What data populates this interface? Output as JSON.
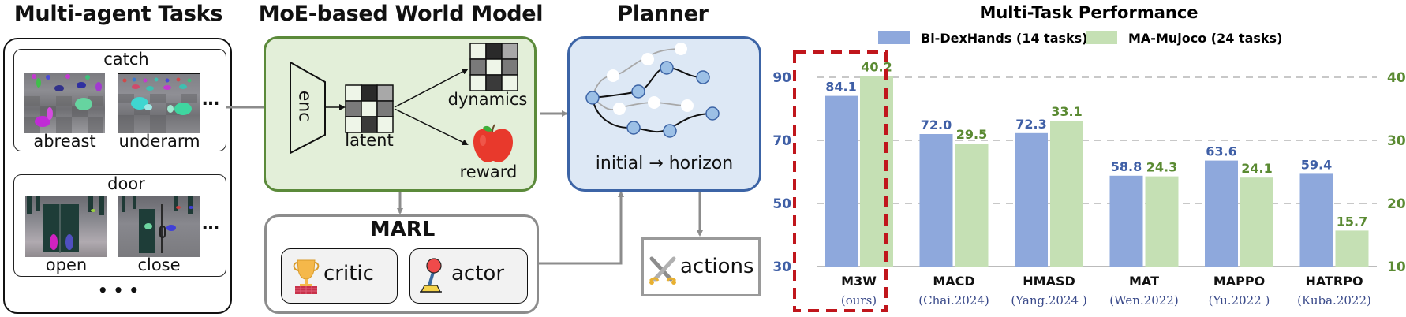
{
  "sections": {
    "tasks": {
      "title": "Multi-agent Tasks",
      "groups": [
        {
          "name": "catch",
          "items": [
            "abreast",
            "underarm"
          ],
          "more": "…"
        },
        {
          "name": "door",
          "items": [
            "open",
            "close"
          ],
          "more": "…"
        }
      ],
      "more": "• • •"
    },
    "world_model": {
      "title": "MoE-based World Model",
      "encoder_label": "enc",
      "latent_label": "latent",
      "dynamics_label": "dynamics",
      "reward_label": "reward",
      "reward_icon": "apple-icon"
    },
    "planner": {
      "title": "Planner",
      "caption_start": "initial",
      "caption_arrow": "→",
      "caption_end": "horizon"
    },
    "marl": {
      "title": "MARL",
      "critic_label": "critic",
      "critic_icon": "trophy-icon",
      "actor_label": "actor",
      "actor_icon": "joystick-icon"
    },
    "actions": {
      "label": "actions",
      "icon": "crossed-swords-icon"
    }
  },
  "colors": {
    "world_model_border": "#5b8a3a",
    "world_model_fill": "#e3efd9",
    "planner_border": "#3c64a6",
    "planner_fill": "#dde8f5",
    "bar_blue": "#8ea8dc",
    "bar_green": "#c5e0b4",
    "highlight_box": "#c0161c",
    "axis_left": "#3f5fa6",
    "axis_right": "#5a8a32"
  },
  "chart_data": {
    "type": "bar",
    "title": "Multi-Task Performance",
    "legend_position": "top",
    "categories": [
      {
        "name": "M3W",
        "sub": "(ours)"
      },
      {
        "name": "MACD",
        "sub": "(Chai.2024)"
      },
      {
        "name": "HMASD",
        "sub": "(Yang.2024 )"
      },
      {
        "name": "MAT",
        "sub": "(Wen.2022)"
      },
      {
        "name": "MAPPO",
        "sub": "(Yu.2022 )"
      },
      {
        "name": "HATRPO",
        "sub": "(Kuba.2022)"
      }
    ],
    "series": [
      {
        "name": "Bi-DexHands (14 tasks)",
        "axis": "left",
        "values": [
          84.1,
          72.0,
          72.3,
          58.8,
          63.6,
          59.4
        ],
        "labels": [
          "84.1",
          "72.0",
          "72.3",
          "58.8",
          "63.6",
          "59.4"
        ]
      },
      {
        "name": "MA-Mujoco (24 tasks)",
        "axis": "right",
        "values": [
          40.2,
          29.5,
          33.1,
          24.3,
          24.1,
          15.7
        ],
        "labels": [
          "40.2",
          "29.5",
          "33.1",
          "24.3",
          "24.1",
          "15.7"
        ]
      }
    ],
    "y_left": {
      "min": 30,
      "max": 90,
      "ticks": [
        "30",
        "50",
        "70",
        "90"
      ]
    },
    "y_right": {
      "min": 10,
      "max": 40,
      "ticks": [
        "10",
        "20",
        "30",
        "40"
      ]
    },
    "grid": "dashed-horizontal",
    "highlight": "M3W"
  }
}
